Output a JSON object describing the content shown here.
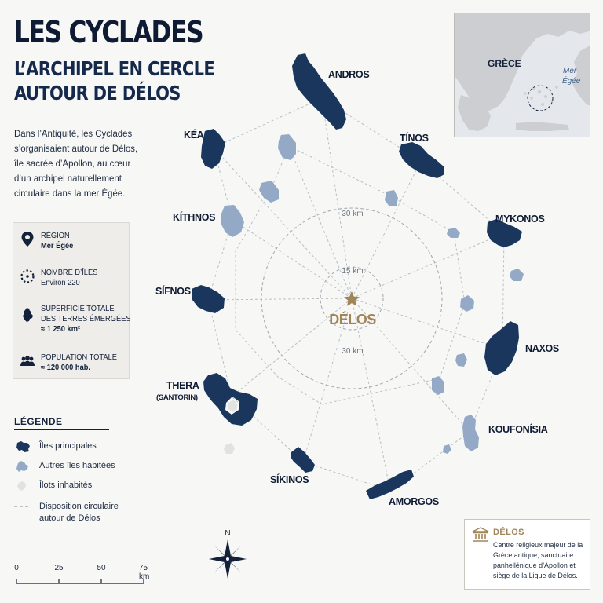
{
  "header": {
    "title": "LES CYCLADES",
    "subtitle_line1": "L’ARCHIPEL EN CERCLE",
    "subtitle_line2": "AUTOUR DE DÉLOS"
  },
  "intro_text": "Dans l’Antiquité, les Cyclades s’organisaient autour de Délos, île sacrée d’Apollon, au cœur d’un archipel naturellement circulaire dans la mer Égée.",
  "stats": [
    {
      "icon": "location-pin-icon",
      "label": "RÉGION",
      "value": "Mer Égée"
    },
    {
      "icon": "dotted-circle-icon",
      "label": "NOMBRE D’ÎLES",
      "value": "Environ 220"
    },
    {
      "icon": "island-shape-icon",
      "label_line1": "SUPERFICIE TOTALE",
      "label_line2": "DES TERRES ÉMERGÉES",
      "value": "≈ 1 250 km²"
    },
    {
      "icon": "people-icon",
      "label": "POPULATION TOTALE",
      "value": "≈ 120 000 hab."
    }
  ],
  "legend": {
    "title": "LÉGENDE",
    "items": [
      {
        "label": "Îles principales",
        "color": "#1b365d"
      },
      {
        "label": "Autres îles habitées",
        "color": "#93a9c6"
      },
      {
        "label": "Îlots inhabités",
        "color": "#e2e2e2"
      },
      {
        "label_line1": "Disposition circulaire",
        "label_line2": "autour de Délos"
      }
    ]
  },
  "map": {
    "center": {
      "name": "DÉLOS",
      "icon": "star-icon",
      "color": "#a08558"
    },
    "rings": [
      {
        "label": "15 km"
      },
      {
        "label": "30 km"
      },
      {
        "label": "30 km"
      }
    ],
    "islands": [
      {
        "name": "ANDROS"
      },
      {
        "name": "TÍNOS"
      },
      {
        "name": "MYKONOS"
      },
      {
        "name": "NAXOS"
      },
      {
        "name": "KOUFONÍSIA"
      },
      {
        "name": "AMORGOS"
      },
      {
        "name": "SÍKINOS"
      },
      {
        "name": "THERA",
        "subname": "(SANTORIN)"
      },
      {
        "name": "SÍFNOS"
      },
      {
        "name": "KÍTHNOS"
      },
      {
        "name": "KÉA"
      }
    ],
    "compass_label": "N"
  },
  "inset": {
    "country_label": "GRÈCE",
    "sea_label_line1": "Mer",
    "sea_label_line2": "Égée",
    "sea_color": "#e4e8ec",
    "land_color": "#ccced1"
  },
  "scale_bar": {
    "labels": [
      "0",
      "25",
      "50",
      "75 km"
    ]
  },
  "info_box": {
    "icon": "temple-icon",
    "title": "DÉLOS",
    "text": "Centre religieux majeur de la Grèce antique, sanctuaire panhellénique d’Apollon et siège de la Ligue de Délos."
  },
  "colors": {
    "main_island": "#1b365d",
    "other_island": "#93a9c6",
    "islet": "#e2e2e2",
    "accent": "#a08558"
  }
}
